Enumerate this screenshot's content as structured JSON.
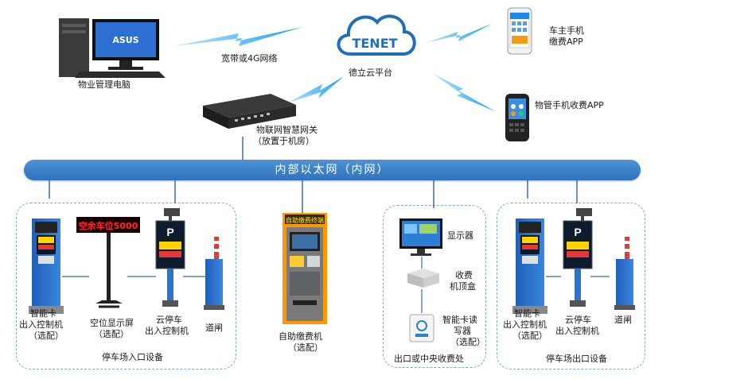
{
  "cloud": {
    "logo_text": "TENET",
    "label": "德立云平台",
    "color": "#1f6fb8"
  },
  "links": {
    "broadband_label": "宽带或4G网络"
  },
  "devices": {
    "pc": "物业管理电脑",
    "pc_brand": "ASUS",
    "gateway_line1": "物联网智慧网关",
    "gateway_line2": "（放置于机房）",
    "owner_phone_line1": "车主手机",
    "owner_phone_line2": "缴费APP",
    "manager_phone": "物管手机收费APP"
  },
  "bus": {
    "label": "内部以太网（内网）",
    "color": "#3a80c9"
  },
  "entrance": {
    "group_label": "停车场入口设备",
    "card_line1": "智能卡",
    "card_line2": "出入控制机",
    "card_line3": "（选配）",
    "display_line1": "空位显示屏",
    "display_line2": "（选配）",
    "display_text": "空余车位5000",
    "cloud_line1": "云停车",
    "cloud_line2": "出入控制机",
    "barrier": "道闸"
  },
  "kiosk": {
    "line1": "自助缴费机",
    "line2": "（选配）",
    "sign": "自助缴费终端"
  },
  "center": {
    "monitor": "显示器",
    "box_line1": "收费",
    "box_line2": "机顶盒",
    "reader_line1": "智能卡读",
    "reader_line2": "写器",
    "reader_line3": "（选配）",
    "group_label": "出口或中央收费处"
  },
  "exit": {
    "group_label": "停车场出口设备",
    "card_line1": "智能卡",
    "card_line2": "出入控制机",
    "card_line3": "（选配）",
    "cloud_line1": "云停车",
    "cloud_line2": "出入控制机",
    "barrier": "道闸"
  }
}
